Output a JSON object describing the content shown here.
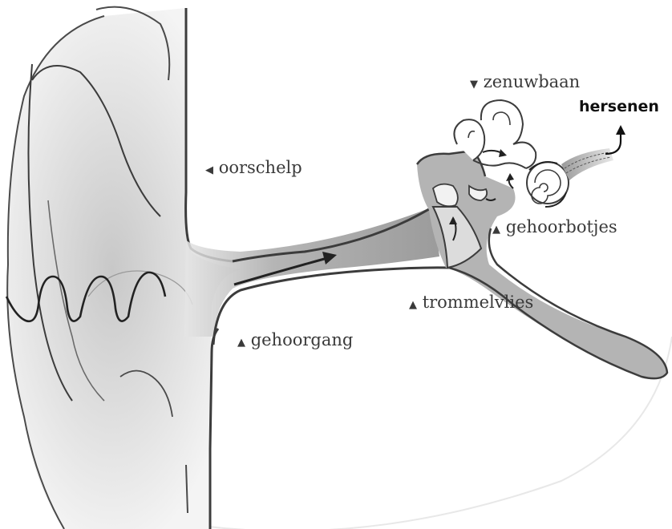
{
  "labels": {
    "nerve_path": {
      "marker": "▼",
      "text": "zenuwbaan"
    },
    "brain": {
      "text": "hersenen"
    },
    "auricle": {
      "marker": "◀",
      "text": "oorschelp"
    },
    "ossicles": {
      "marker": "▲",
      "text": "gehoorbotjes"
    },
    "eardrum": {
      "marker": "▲",
      "text": "trommelvlies"
    },
    "ear_canal": {
      "marker": "▲",
      "text": "gehoorgang"
    }
  },
  "colors": {
    "outline": "#3c3c3c",
    "shade_dark": "#8e8e8e",
    "shade_light": "#d6d6d6",
    "label_text": "#3a3a3a",
    "brain_text": "#111111"
  }
}
